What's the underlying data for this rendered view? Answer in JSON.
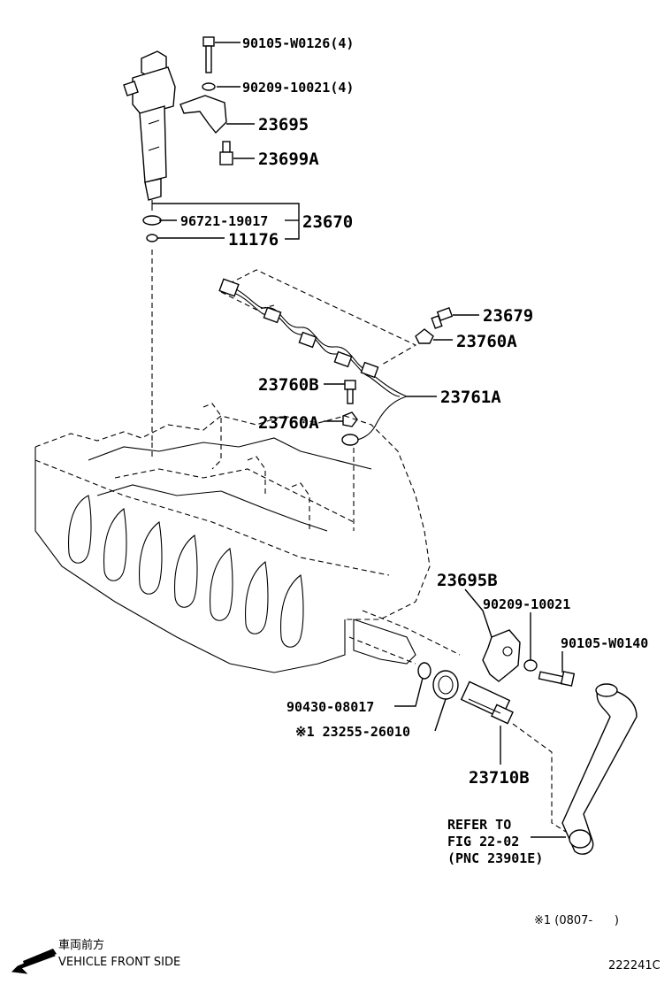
{
  "labels": {
    "bolt_top": "90105-W0126(4)",
    "washer_top": "90209-10021(4)",
    "clamp": "23695",
    "sensor_small": "23699A",
    "gasket": "96721-19017",
    "injector_assy": "23670",
    "seal_ring": "11176",
    "bolt_23679": "23679",
    "clamp_23760a_upper": "23760A",
    "bolt_23760b": "23760B",
    "fuel_pipe": "23761A",
    "clamp_23760a_lower": "23760A",
    "bracket_23695b": "23695B",
    "washer_right": "90209-10021",
    "bolt_right": "90105-W0140",
    "gasket_lower": "90430-08017",
    "oring_lower": "※1 23255-26010",
    "valve_23710b": "23710B",
    "refer_line1": "REFER TO",
    "refer_line2": "FIG 22-02",
    "refer_line3": "(PNC 23901E)"
  },
  "footnote": "※1 (0807-      )",
  "direction": {
    "japanese": "車両前方",
    "english": "VEHICLE FRONT SIDE",
    "icon": "arrow-down-left-icon"
  },
  "figure_code": "222241C"
}
